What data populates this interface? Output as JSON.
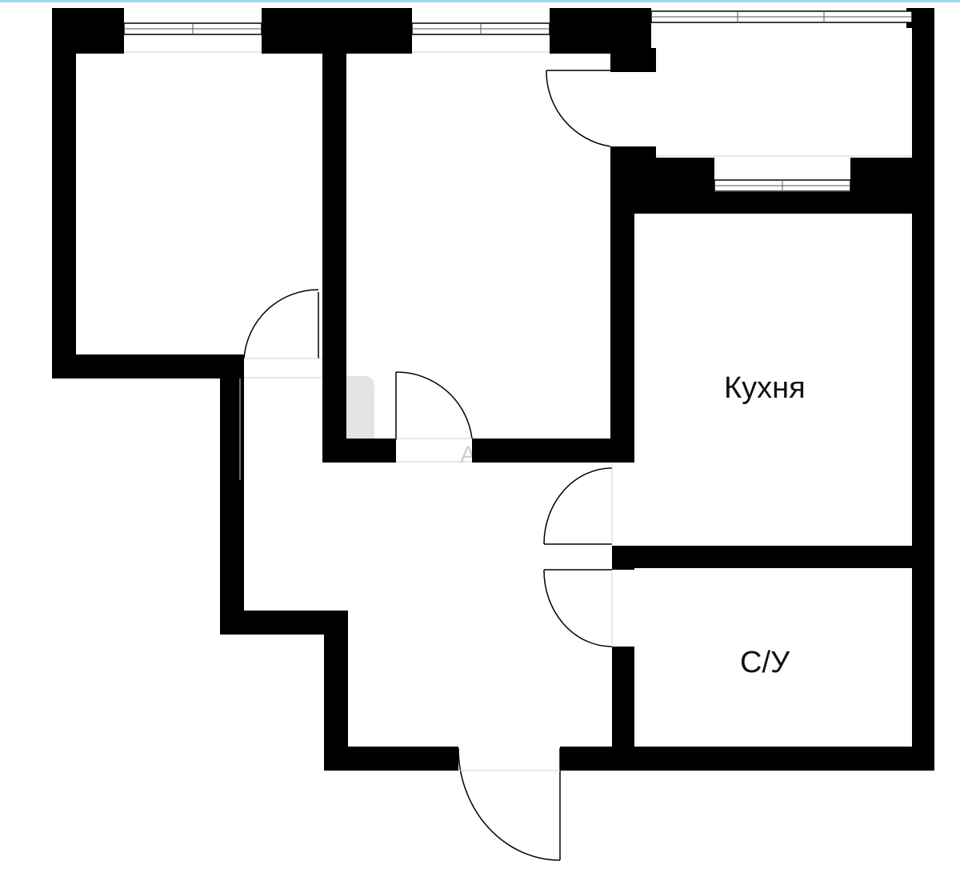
{
  "plan": {
    "rooms": [
      {
        "id": "kitchen",
        "label": "Кухня"
      },
      {
        "id": "bathroom",
        "label": "С/У"
      }
    ],
    "watermark": {
      "text": "АВИЖИМ"
    },
    "colors": {
      "wall": "#000000",
      "background": "#ffffff",
      "frame_top": "#9fd8ef"
    }
  }
}
